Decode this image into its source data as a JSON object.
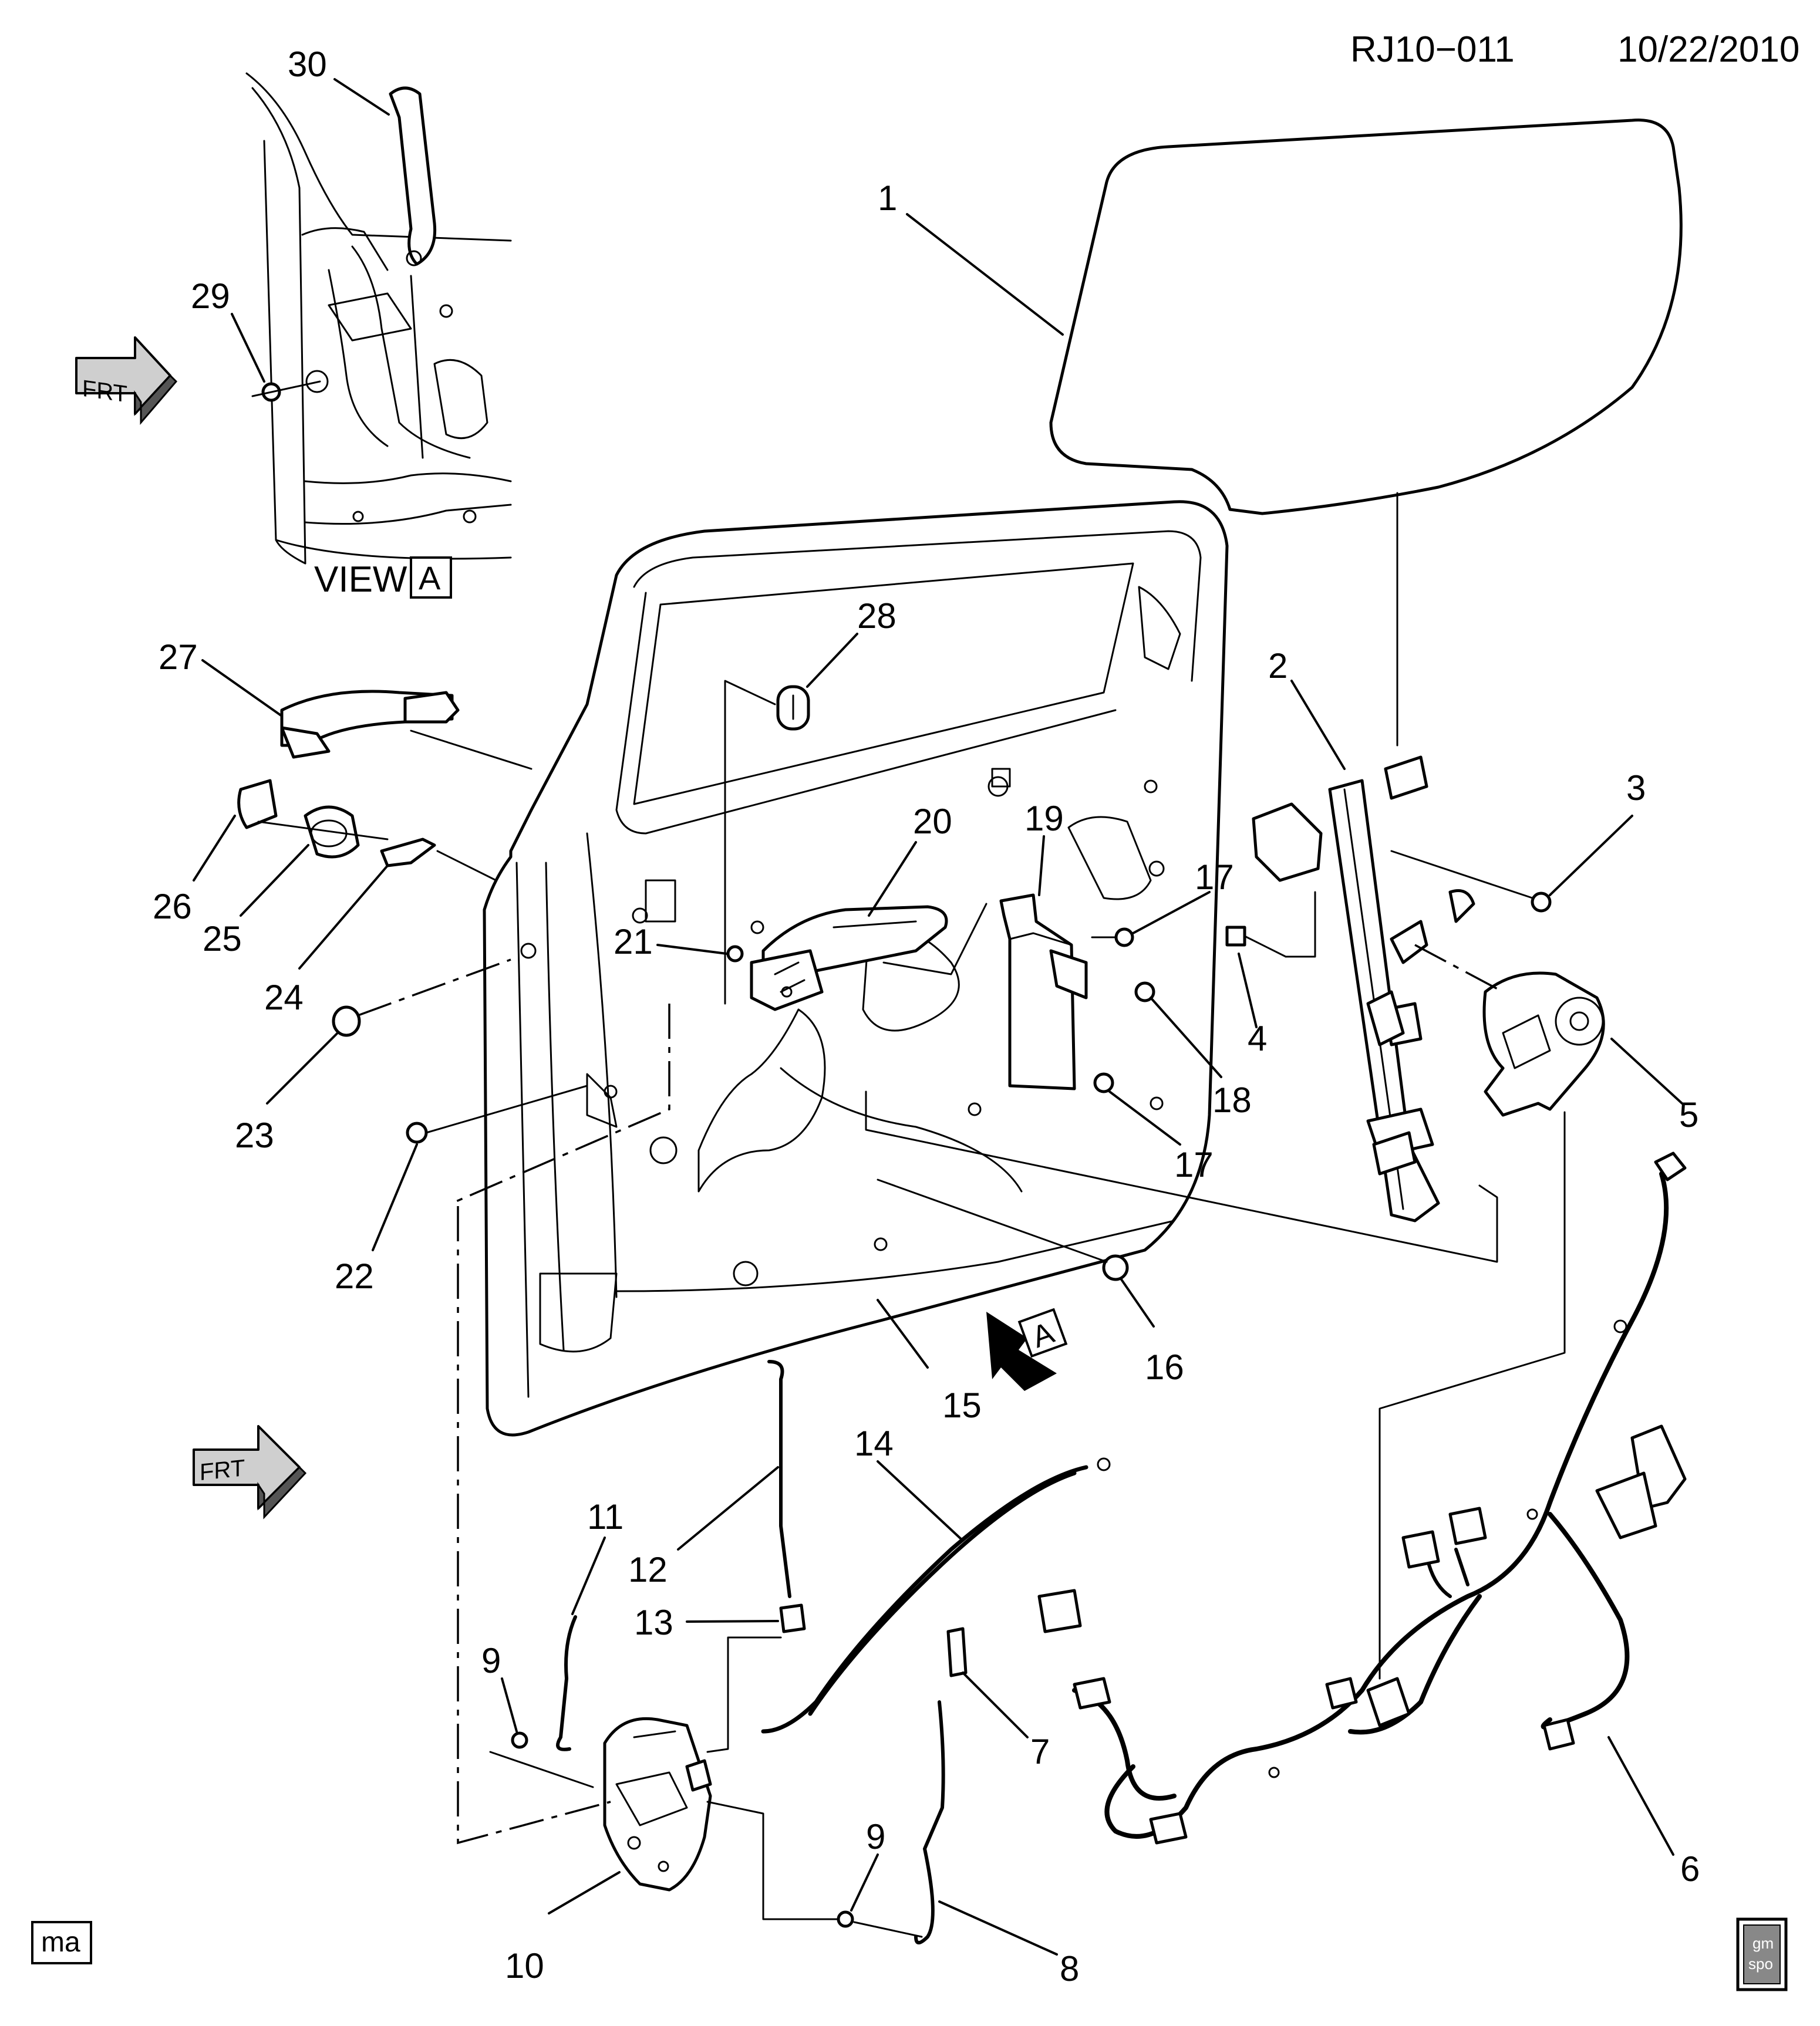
{
  "header": {
    "diagram_id": "RJ10−011",
    "date": "10/22/2010"
  },
  "view_label": {
    "text": "VIEW",
    "box_letter": "A"
  },
  "arrow_marker": {
    "box_letter": "A"
  },
  "front_arrows": [
    {
      "text": "FRT"
    },
    {
      "text": "FRT"
    }
  ],
  "corner_tag": "ma",
  "logo": {
    "line1": "gm",
    "line2": "spo"
  },
  "callouts": [
    "1",
    "2",
    "3",
    "4",
    "5",
    "6",
    "7",
    "8",
    "9",
    "9",
    "10",
    "11",
    "12",
    "13",
    "14",
    "15",
    "16",
    "17",
    "17",
    "18",
    "19",
    "20",
    "21",
    "22",
    "23",
    "24",
    "25",
    "26",
    "27",
    "28",
    "29",
    "30"
  ],
  "colors": {
    "line": "#000000",
    "background": "#ffffff",
    "shade": "#cfcfcf"
  }
}
